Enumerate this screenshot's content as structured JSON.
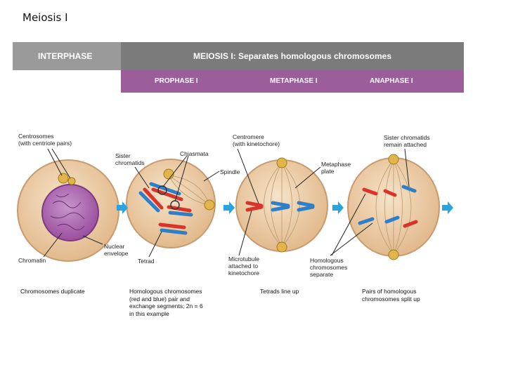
{
  "slide": {
    "title": "Meiosis I"
  },
  "header": {
    "interphase": "INTERPHASE",
    "meiosis": "MEIOSIS I: Separates homologous chromosomes",
    "phases": [
      "PROPHASE I",
      "METAPHASE I",
      "ANAPHASE I"
    ]
  },
  "labels": {
    "centrosomes": "Centrosomes\n(with centriole pairs)",
    "chromatin": "Chromatin",
    "nuclear_envelope": "Nuclear\nenvelope",
    "sister_chromatids": "Sister\nchromatids",
    "chiasmata": "Chiasmata",
    "spindle": "Spindle",
    "tetrad": "Tetrad",
    "centromere": "Centromere\n(with kinetochore)",
    "metaphase_plate": "Metaphase\nplate",
    "microtubule": "Microtubule\nattached to\nkinetochore",
    "sister_attached": "Sister chromatids\nremain attached",
    "homologous_separate": "Homologous\nchromosomes\nseparate"
  },
  "captions": {
    "c1": "Chromosomes duplicate",
    "c2": "Homologous chromosomes\n(red and blue) pair and\nexchange segments; 2n = 6\nin this example",
    "c3": "Tetrads line up",
    "c4": "Pairs of homologous\nchromosomes split up"
  },
  "colors": {
    "header_grey": "#7b7b7b",
    "header_purple": "#9b5e9b",
    "cell": "#e9c9a0",
    "cell_edge": "#c89a70",
    "nucleus": "#b56fb8",
    "red_chromosome": "#d9342b",
    "blue_chromosome": "#2e7fc8",
    "arrow": "#2aa4dc",
    "centrosome": "#e2b54a"
  }
}
